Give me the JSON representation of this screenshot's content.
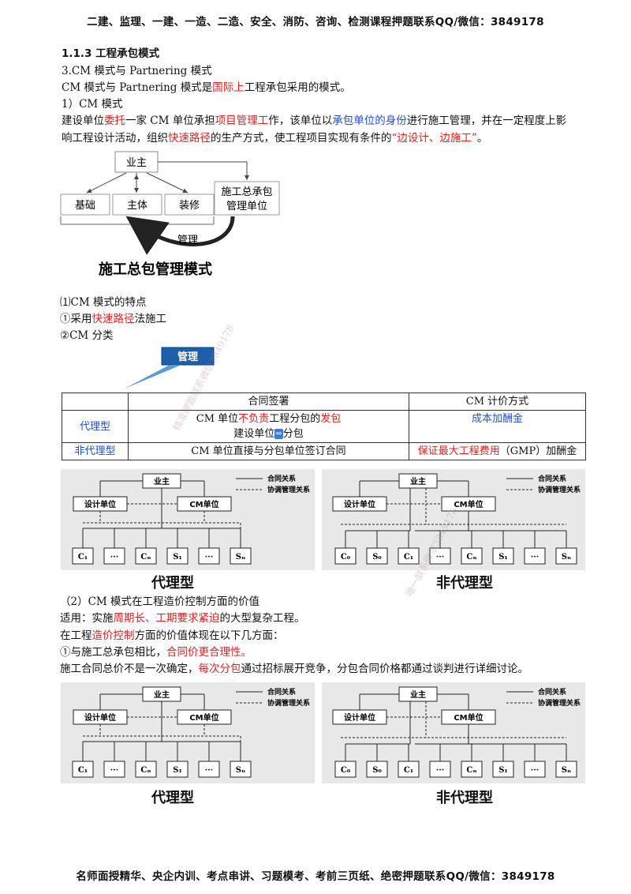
{
  "header": "二建、监理、一建、一造、二造、安全、消防、咨询、检测课程押题联系QQ/微信：3849178",
  "footer": "名师面授精华、央企内训、考点串讲、习题模考、考前三页纸、绝密押题联系QQ/微信：3849178",
  "section_title": "1.1.3  工程承包模式",
  "sub_title": "3.CM 模式与 Partnering 模式",
  "intro": {
    "a": "CM 模式与 Partnering 模式是",
    "b": "国际上",
    "c": "工程承包采用的模式。"
  },
  "cm_heading": "1）CM 模式",
  "para1": {
    "a": "建设单位",
    "b": "委托",
    "c": "一家 CM 单位承担",
    "d": "项目管理工",
    "e": "作，该单位以",
    "f": "承包单位的身份",
    "g": "进行施工管理，并在一定程度上影",
    "h": "响工程设计活动，组织",
    "i": "快速路径",
    "j": "的生产方式，使工程项目实现有条件的",
    "k": "“边设计、边施工”",
    "l": "。"
  },
  "diagram1": {
    "owner": "业主",
    "boxes": [
      "基础",
      "主体",
      "装修"
    ],
    "gc": [
      "施工总承包",
      "管理单位"
    ],
    "arrow_label": "管理",
    "caption": "施工总包管理模式"
  },
  "features_heading": "⑴CM 模式的特点",
  "feature1": {
    "a": "①采用",
    "b": "快速路径",
    "c": "法施工"
  },
  "feature2": "②CM 分类",
  "callout": "管理",
  "table": {
    "headers": [
      "合同签署",
      "CM 计价方式"
    ],
    "row1": {
      "type": "代理型",
      "c1a": "CM 单位",
      "c1b": "不负责",
      "c1c": "工程分包的",
      "c1d": "发包",
      "c1e": "建设单位",
      "c1f": "⇔",
      "c1g": "分包",
      "price": "成本加酬金"
    },
    "row2": {
      "type": "非代理型",
      "contract": "CM 单位直接与分包单位签订合同",
      "price_a": "保证最大工程费用",
      "price_b": "（GMP）加酬金"
    }
  },
  "org": {
    "owner": "业主",
    "design": "设计单位",
    "cm": "CM单位",
    "legend_contract": "合同关系",
    "legend_coord": "协调管理关系",
    "agent_subs": [
      "C₁",
      "···",
      "Cₙ",
      "S₁",
      "···",
      "Sₙ"
    ],
    "nonagent_subs": [
      "C₀",
      "S₀",
      "C₁",
      "···",
      "Cₙ",
      "S₁",
      "···",
      "Sₙ"
    ]
  },
  "caption_agent": "代理型",
  "caption_nonagent": "非代理型",
  "value_heading": "（2）CM 模式在工程造价控制方面的价值",
  "apply": {
    "a": "适用：实施",
    "b": "周期长、工期要求紧迫",
    "c": "的大型复杂工程。"
  },
  "value_line": {
    "a": "在工程",
    "b": "造价控制",
    "c": "方面的价值体现在以下几方面："
  },
  "value1": {
    "a": "①与施工总承包相比，",
    "b": "合同价更合理性。"
  },
  "value_para": {
    "a": "施工合同总价不是一次确定，",
    "b": "每次分包",
    "c": "通过招标展开竞争，分包合同价格都通过谈判进行详细讨论。"
  },
  "watermark": "精准押题联系微信3849178",
  "watermark2": "唯一联系微信3849178"
}
